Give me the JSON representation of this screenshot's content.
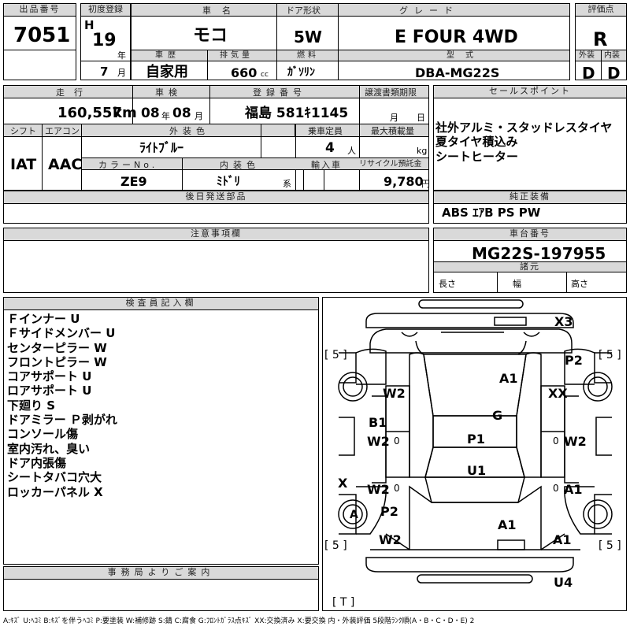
{
  "lot": {
    "label": "出品番号",
    "value": "7051"
  },
  "first_reg": {
    "label": "初度登録",
    "era": "H",
    "year": "19",
    "year_unit": "年",
    "month": "7",
    "month_unit": "月"
  },
  "car_name": {
    "label": "車名",
    "value": "モコ"
  },
  "door": {
    "label": "ドア形状",
    "value": "5W"
  },
  "grade": {
    "label": "グレード",
    "value": "E FOUR 4WD"
  },
  "score": {
    "label": "評価点",
    "value": "R"
  },
  "history": {
    "label": "車歴",
    "value": "自家用"
  },
  "displacement": {
    "label": "排気量",
    "value": "660",
    "unit": "cc"
  },
  "fuel": {
    "label": "燃料",
    "value": "ｶﾞｿﾘﾝ"
  },
  "model_code": {
    "label": "型式",
    "value": "DBA-MG22S"
  },
  "ext_grade": {
    "label": "外装",
    "value": "D"
  },
  "int_grade": {
    "label": "内装",
    "value": "D"
  },
  "mileage": {
    "label": "走行",
    "value": "160,557",
    "unit": "km"
  },
  "inspection": {
    "label": "車検",
    "year": "08",
    "year_unit": "年",
    "month": "08",
    "month_unit": "月"
  },
  "plate": {
    "label": "登録番号",
    "value": "福島 581ｷ1145"
  },
  "transfer": {
    "label": "譲渡書類期限",
    "month_unit": "月",
    "day_unit": "日"
  },
  "sales_points": {
    "label": "セールスポイント",
    "lines": [
      "社外アルミ・スタッドレスタイヤ",
      "夏タイヤ積込み",
      "シートヒーター"
    ]
  },
  "shift": {
    "label": "シフト",
    "value": "IAT"
  },
  "aircon": {
    "label": "エアコン",
    "value": "AAC"
  },
  "ext_color": {
    "label": "外装色",
    "value": "ﾗｲﾄﾌﾞﾙｰ"
  },
  "capacity": {
    "label": "乗車定員",
    "value": "4",
    "unit": "人"
  },
  "max_load": {
    "label": "最大積載量",
    "unit": "kg"
  },
  "color_no": {
    "label": "カラーNo.",
    "value": "ZE9"
  },
  "int_color": {
    "label": "内装色",
    "value": "ﾐﾄﾞﾘ",
    "unit": "系"
  },
  "import": {
    "label": "輸入車"
  },
  "recycle": {
    "label": "リサイクル預託金",
    "value": "9,780",
    "unit": "円"
  },
  "deferred": {
    "label": "後日発送部品"
  },
  "options": {
    "label": "純正装備",
    "value": "ABS ｴｱB PS PW"
  },
  "notes": {
    "label": "注意事項欄"
  },
  "chassis": {
    "label": "車台番号",
    "value": "MG22S-197955"
  },
  "dims": {
    "label": "諸元",
    "length": "長さ",
    "width": "幅",
    "height": "高さ"
  },
  "inspector": {
    "label": "検査員記入欄",
    "lines": [
      "Ｆインナー U",
      "Ｆサイドメンバー U",
      "センターピラー W",
      "フロントピラー W",
      "コアサポート U",
      "ロアサポート U",
      "下廻り S",
      "ドアミラー Ｐ剥がれ",
      "コンソール傷",
      "室内汚れ、臭い",
      "ドア内張傷",
      "シートタバコ穴大",
      "ロッカーパネル X"
    ]
  },
  "office": {
    "label": "事務局よりご案内"
  },
  "diagram": {
    "marks": {
      "x3": "X3",
      "p2_top": "P2",
      "a1_hood": "A1",
      "w2_fl": "W2",
      "xx": "XX",
      "g": "G",
      "b1": "B1",
      "w2_ld": "W2",
      "p1": "P1",
      "w2_rd": "W2",
      "u1": "U1",
      "x_left": "X",
      "w2_lr": "W2",
      "a1_rr": "A1",
      "a_wheel": "A",
      "p2_qtr": "P2",
      "a1_trunk": "A1",
      "w2_rl": "W2",
      "a1_rl": "A1",
      "u4": "U4",
      "zero1": "0",
      "zero2": "0",
      "zero3": "0",
      "zero4": "0"
    },
    "tires": {
      "fl": "[ 5 ]",
      "fr": "[ 5 ]",
      "rl": "[ 5 ]",
      "rr": "[ 5 ]",
      "spare": "[ T ]"
    }
  },
  "legend": "A:ｷｽﾞ U:ﾍｺﾐ B:ｷｽﾞを伴うﾍｺﾐ P:要塗装 W:補修跡 S:錆 C:腐食 G:ﾌﾛﾝﾄｶﾞﾗｽ点ｷｽﾞ XX:交換済み X:要交換 内・外装評価 5段階ﾗﾝｸ順(A・B・C・D・E) 2"
}
